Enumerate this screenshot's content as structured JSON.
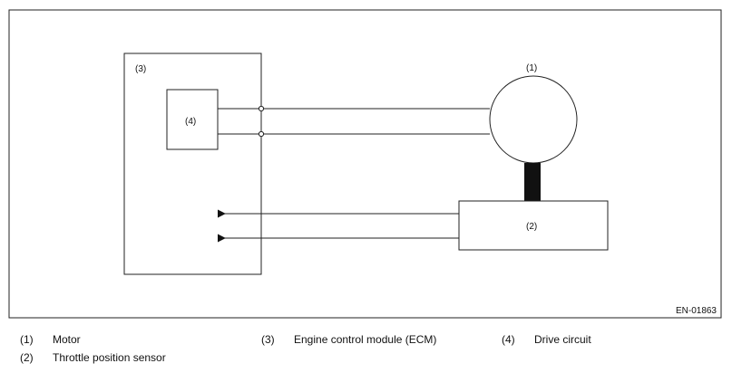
{
  "figure_code": "EN-01863",
  "diagram": {
    "ecm_label": "(3)",
    "drive_circuit_label": "(4)",
    "motor_label": "(1)",
    "sensor_label": "(2)"
  },
  "legend": [
    {
      "num": "(1)",
      "text": "Motor"
    },
    {
      "num": "(2)",
      "text": "Throttle position sensor"
    },
    {
      "num": "(3)",
      "text": "Engine control module (ECM)"
    },
    {
      "num": "(4)",
      "text": "Drive circuit"
    }
  ]
}
